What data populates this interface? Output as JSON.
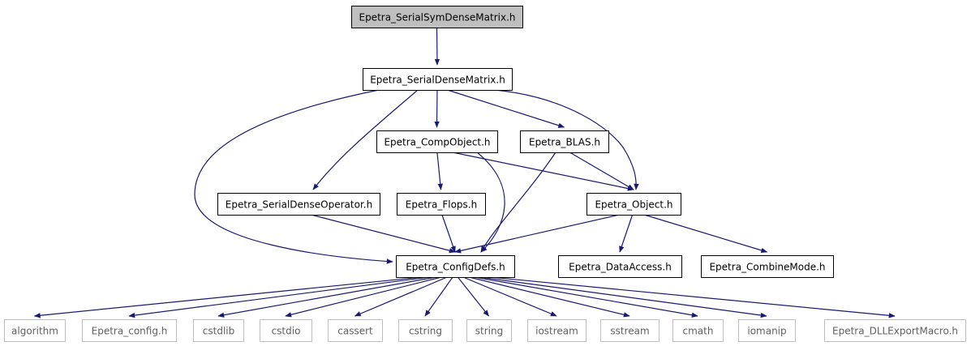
{
  "graph": {
    "root": "Epetra_SerialSymDenseMatrix.h",
    "colors": {
      "edge": "#191970",
      "node_border": "#000000",
      "node_fill": "#ffffff",
      "root_fill": "#bfbfbf",
      "external_border": "#bfbfbf",
      "external_text": "#606060"
    },
    "nodes": [
      {
        "id": "ssdm",
        "label": "Epetra_SerialSymDenseMatrix.h",
        "kind": "root"
      },
      {
        "id": "sdm",
        "label": "Epetra_SerialDenseMatrix.h",
        "kind": "file"
      },
      {
        "id": "comp",
        "label": "Epetra_CompObject.h",
        "kind": "file"
      },
      {
        "id": "blas",
        "label": "Epetra_BLAS.h",
        "kind": "file"
      },
      {
        "id": "sdo",
        "label": "Epetra_SerialDenseOperator.h",
        "kind": "file"
      },
      {
        "id": "flops",
        "label": "Epetra_Flops.h",
        "kind": "file"
      },
      {
        "id": "obj",
        "label": "Epetra_Object.h",
        "kind": "file"
      },
      {
        "id": "cfg",
        "label": "Epetra_ConfigDefs.h",
        "kind": "file"
      },
      {
        "id": "da",
        "label": "Epetra_DataAccess.h",
        "kind": "file"
      },
      {
        "id": "cm",
        "label": "Epetra_CombineMode.h",
        "kind": "file"
      },
      {
        "id": "algorithm",
        "label": "algorithm",
        "kind": "external"
      },
      {
        "id": "econfig",
        "label": "Epetra_config.h",
        "kind": "external"
      },
      {
        "id": "cstdlib",
        "label": "cstdlib",
        "kind": "external"
      },
      {
        "id": "cstdio",
        "label": "cstdio",
        "kind": "external"
      },
      {
        "id": "cassert",
        "label": "cassert",
        "kind": "external"
      },
      {
        "id": "cstring",
        "label": "cstring",
        "kind": "external"
      },
      {
        "id": "string",
        "label": "string",
        "kind": "external"
      },
      {
        "id": "iostream",
        "label": "iostream",
        "kind": "external"
      },
      {
        "id": "sstream",
        "label": "sstream",
        "kind": "external"
      },
      {
        "id": "cmath",
        "label": "cmath",
        "kind": "external"
      },
      {
        "id": "iomanip",
        "label": "iomanip",
        "kind": "external"
      },
      {
        "id": "dll",
        "label": "Epetra_DLLExportMacro.h",
        "kind": "external"
      }
    ],
    "edges": [
      {
        "from": "ssdm",
        "to": "sdm"
      },
      {
        "from": "sdm",
        "to": "cfg"
      },
      {
        "from": "sdm",
        "to": "sdo"
      },
      {
        "from": "sdm",
        "to": "comp"
      },
      {
        "from": "sdm",
        "to": "blas"
      },
      {
        "from": "sdm",
        "to": "obj"
      },
      {
        "from": "comp",
        "to": "flops"
      },
      {
        "from": "comp",
        "to": "cfg"
      },
      {
        "from": "comp",
        "to": "obj"
      },
      {
        "from": "blas",
        "to": "cfg"
      },
      {
        "from": "blas",
        "to": "obj"
      },
      {
        "from": "sdo",
        "to": "cfg"
      },
      {
        "from": "flops",
        "to": "cfg"
      },
      {
        "from": "obj",
        "to": "cfg"
      },
      {
        "from": "obj",
        "to": "da"
      },
      {
        "from": "obj",
        "to": "cm"
      },
      {
        "from": "cfg",
        "to": "algorithm"
      },
      {
        "from": "cfg",
        "to": "econfig"
      },
      {
        "from": "cfg",
        "to": "cstdlib"
      },
      {
        "from": "cfg",
        "to": "cstdio"
      },
      {
        "from": "cfg",
        "to": "cassert"
      },
      {
        "from": "cfg",
        "to": "cstring"
      },
      {
        "from": "cfg",
        "to": "string"
      },
      {
        "from": "cfg",
        "to": "iostream"
      },
      {
        "from": "cfg",
        "to": "sstream"
      },
      {
        "from": "cfg",
        "to": "cmath"
      },
      {
        "from": "cfg",
        "to": "iomanip"
      },
      {
        "from": "cfg",
        "to": "dll"
      }
    ]
  }
}
